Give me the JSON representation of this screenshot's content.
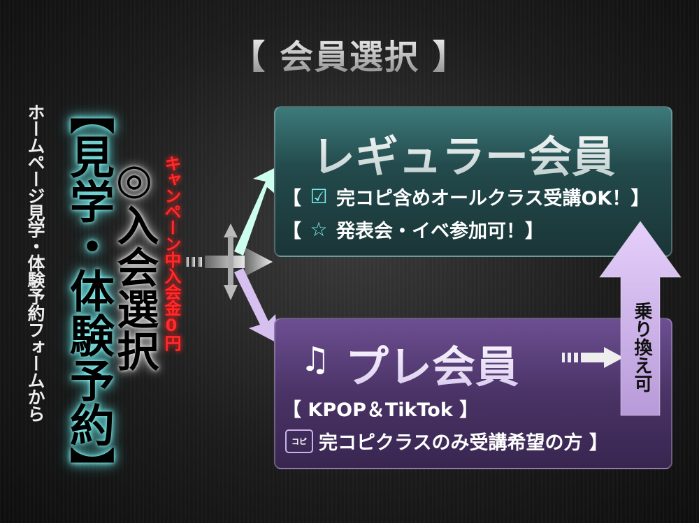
{
  "title": "【 会員選択 】",
  "left": {
    "home_form": "ホームページ見学・体験予約フォームから",
    "kengaku": "【見学・体験予約】",
    "nyukai": "◎入会選択",
    "campaign": "キャンペーン中入会金0円"
  },
  "regular": {
    "title": "レギュラー会員",
    "line1": "完コピ含めオールクラス受講OK！】",
    "line2": "発表会・イベ参加可！】",
    "bracket": "【"
  },
  "pre": {
    "title": "プレ会員",
    "line1": "【 KPOP＆TikTok 】",
    "line2": "完コピクラスのみ受講希望の方 】",
    "icon_label": "コピ"
  },
  "switch_label": "乗り換え可",
  "colors": {
    "teal": "#2a5a5c",
    "purple": "#5a3f7a",
    "accent_red": "#ff2b2b",
    "arrow": "#d9b8f5"
  }
}
